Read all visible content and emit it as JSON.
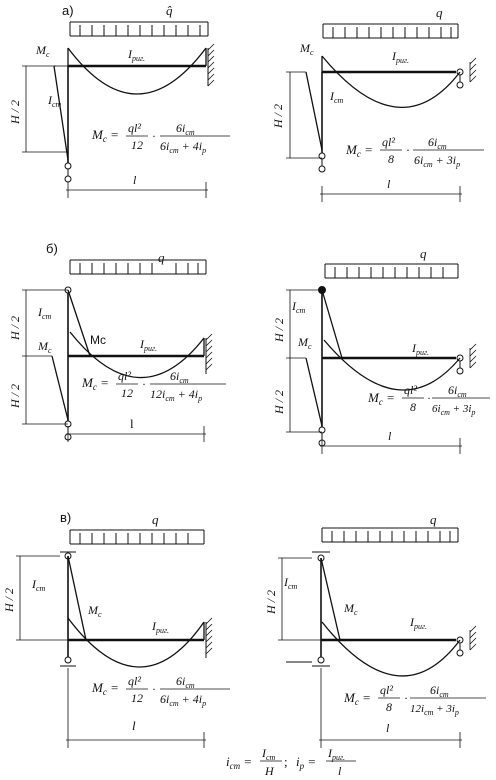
{
  "panels": [
    {
      "letter": "а)",
      "q": "q̂",
      "i_beam": "I",
      "i_beam_sub": "риг.",
      "i_col": "I",
      "i_col_sub": "cm",
      "mc": "M",
      "mc_sub": "c",
      "h_label": "H / 2",
      "l_label": "l",
      "formula": {
        "lhs": "M",
        "lhs_sub": "c",
        "num1": "ql²",
        "den1": "12",
        "num2": "6i",
        "num2_sub": "cm",
        "den2": "6i",
        "den2_sub": "cm",
        "den2_tail": " + 4i",
        "den2_tail_sub": "p"
      }
    },
    {
      "letter": "",
      "q": "q",
      "i_beam": "I",
      "i_beam_sub": "риг.",
      "i_col": "I",
      "i_col_sub": "cm",
      "mc": "M",
      "mc_sub": "c",
      "h_label": "H / 2",
      "l_label": "l",
      "formula": {
        "lhs": "M",
        "lhs_sub": "c",
        "num1": "ql²",
        "den1": "8",
        "num2": "6i",
        "num2_sub": "cm",
        "den2": "6i",
        "den2_sub": "cm",
        "den2_tail": " + 3i",
        "den2_tail_sub": "p"
      }
    },
    {
      "letter": "б)",
      "q": "q",
      "i_beam": "I",
      "i_beam_sub": "риг.",
      "i_col": "I",
      "i_col_sub": "cm",
      "mc": "M",
      "mc_sub": "c",
      "mc_extra": "Mc",
      "h_label": "H / 2",
      "h_label_2": "H / 2",
      "l_label": "l",
      "formula": {
        "lhs": "M",
        "lhs_sub": "c",
        "num1": "ql²",
        "den1": "12",
        "num2": "6i",
        "num2_sub": "cm",
        "den2": "12i",
        "den2_sub": "cm",
        "den2_tail": " + 4i",
        "den2_tail_sub": "p"
      }
    },
    {
      "letter": "",
      "q": "q",
      "i_beam": "I",
      "i_beam_sub": "риг.",
      "i_col": "I",
      "i_col_sub": "cm",
      "mc": "M",
      "mc_sub": "c",
      "h_label": "H / 2",
      "h_label_2": "H / 2",
      "l_label": "l",
      "formula": {
        "lhs": "M",
        "lhs_sub": "c",
        "num1": "ql²",
        "den1": "8",
        "num2": "6i",
        "num2_sub": "cm",
        "den2": "6i",
        "den2_sub": "cm",
        "den2_tail": " + 3i",
        "den2_tail_sub": "p"
      }
    },
    {
      "letter": "в)",
      "q": "q",
      "i_beam": "I",
      "i_beam_sub": "риг.",
      "i_col": "I",
      "i_col_sub": "cm",
      "mc": "M",
      "mc_sub": "c",
      "h_label": "H / 2",
      "l_label": "l",
      "formula": {
        "lhs": "M",
        "lhs_sub": "c",
        "num1": "ql²",
        "den1": "12",
        "num2": "6i",
        "num2_sub": "cm",
        "den2": "6i",
        "den2_sub": "cm",
        "den2_tail": " + 4i",
        "den2_tail_sub": "p"
      }
    },
    {
      "letter": "",
      "q": "q",
      "i_beam": "I",
      "i_beam_sub": "риг.",
      "i_col": "I",
      "i_col_sub": "cm",
      "mc": "M",
      "mc_sub": "c",
      "h_label": "H / 2",
      "l_label": "l",
      "formula": {
        "lhs": "M",
        "lhs_sub": "c",
        "num1": "ql²",
        "den1": "8",
        "num2": "6i",
        "num2_sub": "cm",
        "den2": "12i",
        "den2_sub": "cm",
        "den2_tail": " + 3i",
        "den2_tail_sub": "p"
      }
    }
  ],
  "footer": {
    "icm": "i",
    "icm_sub": "cm",
    "icm_num": "I",
    "icm_num_sub": "cm",
    "icm_den": "H",
    "sep": ";",
    "ip": "i",
    "ip_sub": "p",
    "ip_num": "I",
    "ip_num_sub": "риг.",
    "ip_den": "l"
  }
}
